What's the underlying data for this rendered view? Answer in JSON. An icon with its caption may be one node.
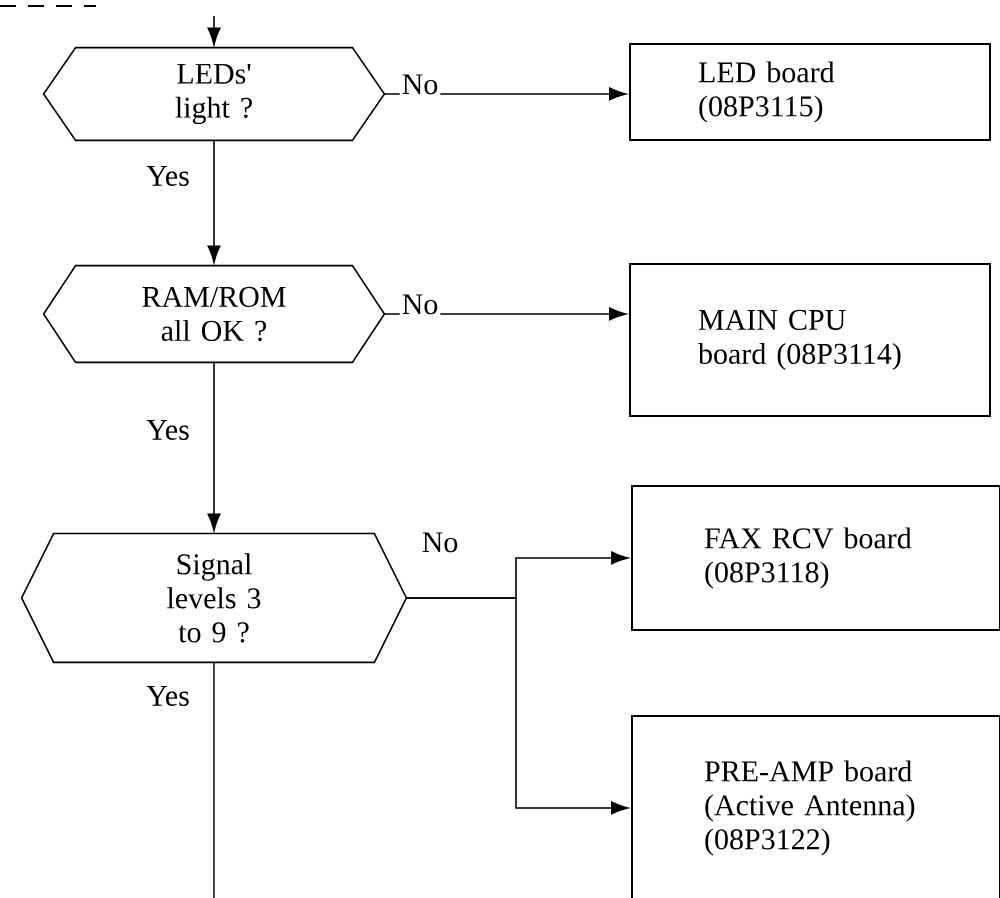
{
  "diagram": {
    "nodes": [
      {
        "text": [
          "LEDs' light ?"
        ]
      },
      {
        "text": [
          "LED board (08P3115)"
        ]
      },
      {
        "text": [
          "RAM/ROM all OK ?"
        ]
      },
      {
        "text": [
          "MAIN CPU board (08P3114)"
        ]
      },
      {
        "text": [
          "Signal levels 3 to 9 ?"
        ]
      },
      {
        "text": [
          "FAX RCV board (08P3118)"
        ]
      },
      {
        "text": [
          "PRE-AMP board (Active Antenna) (08P3122)"
        ]
      }
    ],
    "edges": [
      {
        "from": null,
        "to": 0,
        "arrow": "to"
      },
      {
        "from": 0,
        "to": 1,
        "arrow": "to",
        "label": "No"
      },
      {
        "from": 0,
        "to": 2,
        "arrow": "to",
        "label": "Yes"
      },
      {
        "from": 2,
        "to": 3,
        "arrow": "to",
        "label": "No"
      },
      {
        "from": 2,
        "to": 4,
        "arrow": "to",
        "label": "Yes"
      },
      {
        "from": 4,
        "to": 5,
        "arrow": "to",
        "label": "No"
      },
      {
        "from": 4,
        "to": 6,
        "arrow": "to"
      },
      {
        "from": 4,
        "to": null,
        "arrow": "none",
        "label": "Yes"
      }
    ]
  }
}
